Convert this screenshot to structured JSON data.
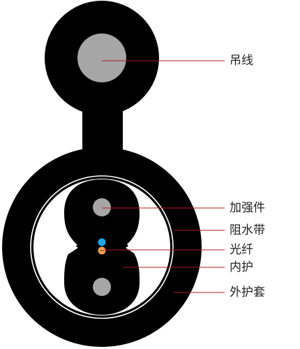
{
  "labels": {
    "messenger_wire": "吊线",
    "strength_member": "加强件",
    "water_blocking_tape": "阻水带",
    "optical_fiber": "光纤",
    "inner_sheath": "内护",
    "outer_jacket": "外护套"
  },
  "colors": {
    "jacket": "#000000",
    "messenger_core": "#a6a6a6",
    "strength_core": "#a6a6a6",
    "water_blocking_tape": "#ffffff",
    "fiber_blue": "#1ea7e8",
    "fiber_orange": "#f0a057",
    "leader_line": "#b01c24"
  },
  "icons": {
    "fiber_mark": "minus-sign"
  }
}
